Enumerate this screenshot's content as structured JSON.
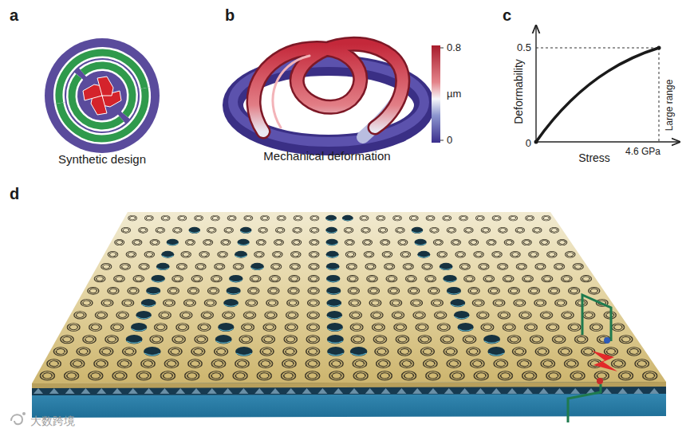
{
  "diagram": {
    "labels": [
      "a",
      "Synthetic design",
      "b",
      "0.8",
      "µm",
      "0",
      "Mechanical deformation",
      "c",
      "0.5",
      "Deformability",
      "0",
      "Stress",
      "4.6 GPa",
      "Large range",
      "d",
      "大数跨境"
    ]
  }
}
